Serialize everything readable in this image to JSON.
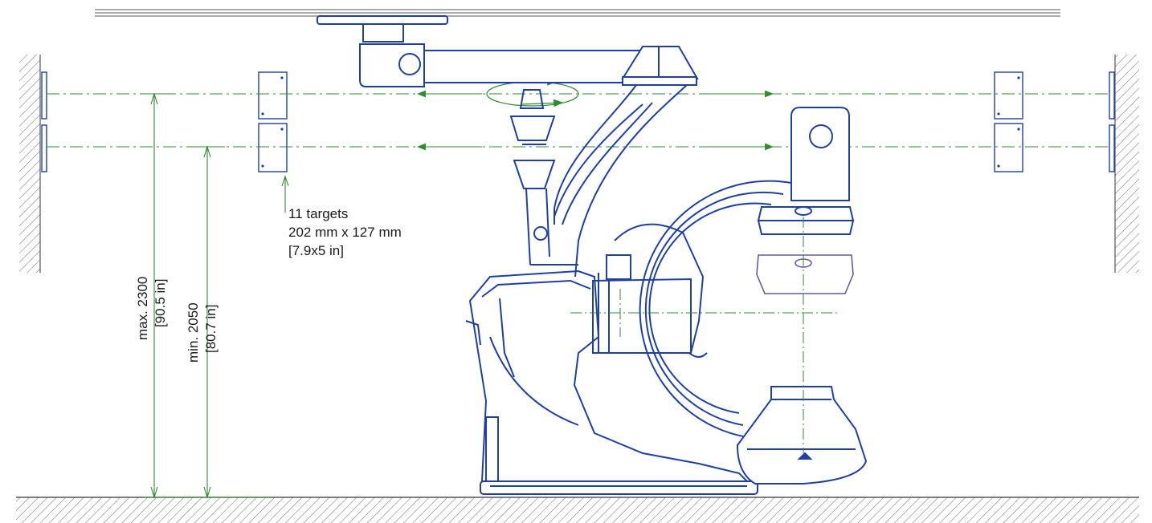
{
  "colors": {
    "machine_blue": "#1f3fa8",
    "dimension_green": "#2e8b2e",
    "hatch_gray": "#777777",
    "alt_position_purple": "#6b5a9a"
  },
  "targets_note": {
    "line1": "11 targets",
    "line2": "202 mm x 127 mm",
    "line3": "[7.9x5 in]"
  },
  "dim_max": {
    "mm": "max. 2300",
    "inch": "[90.5 in]"
  },
  "dim_min": {
    "mm": "min. 2050",
    "inch": "[80.7 in]"
  }
}
